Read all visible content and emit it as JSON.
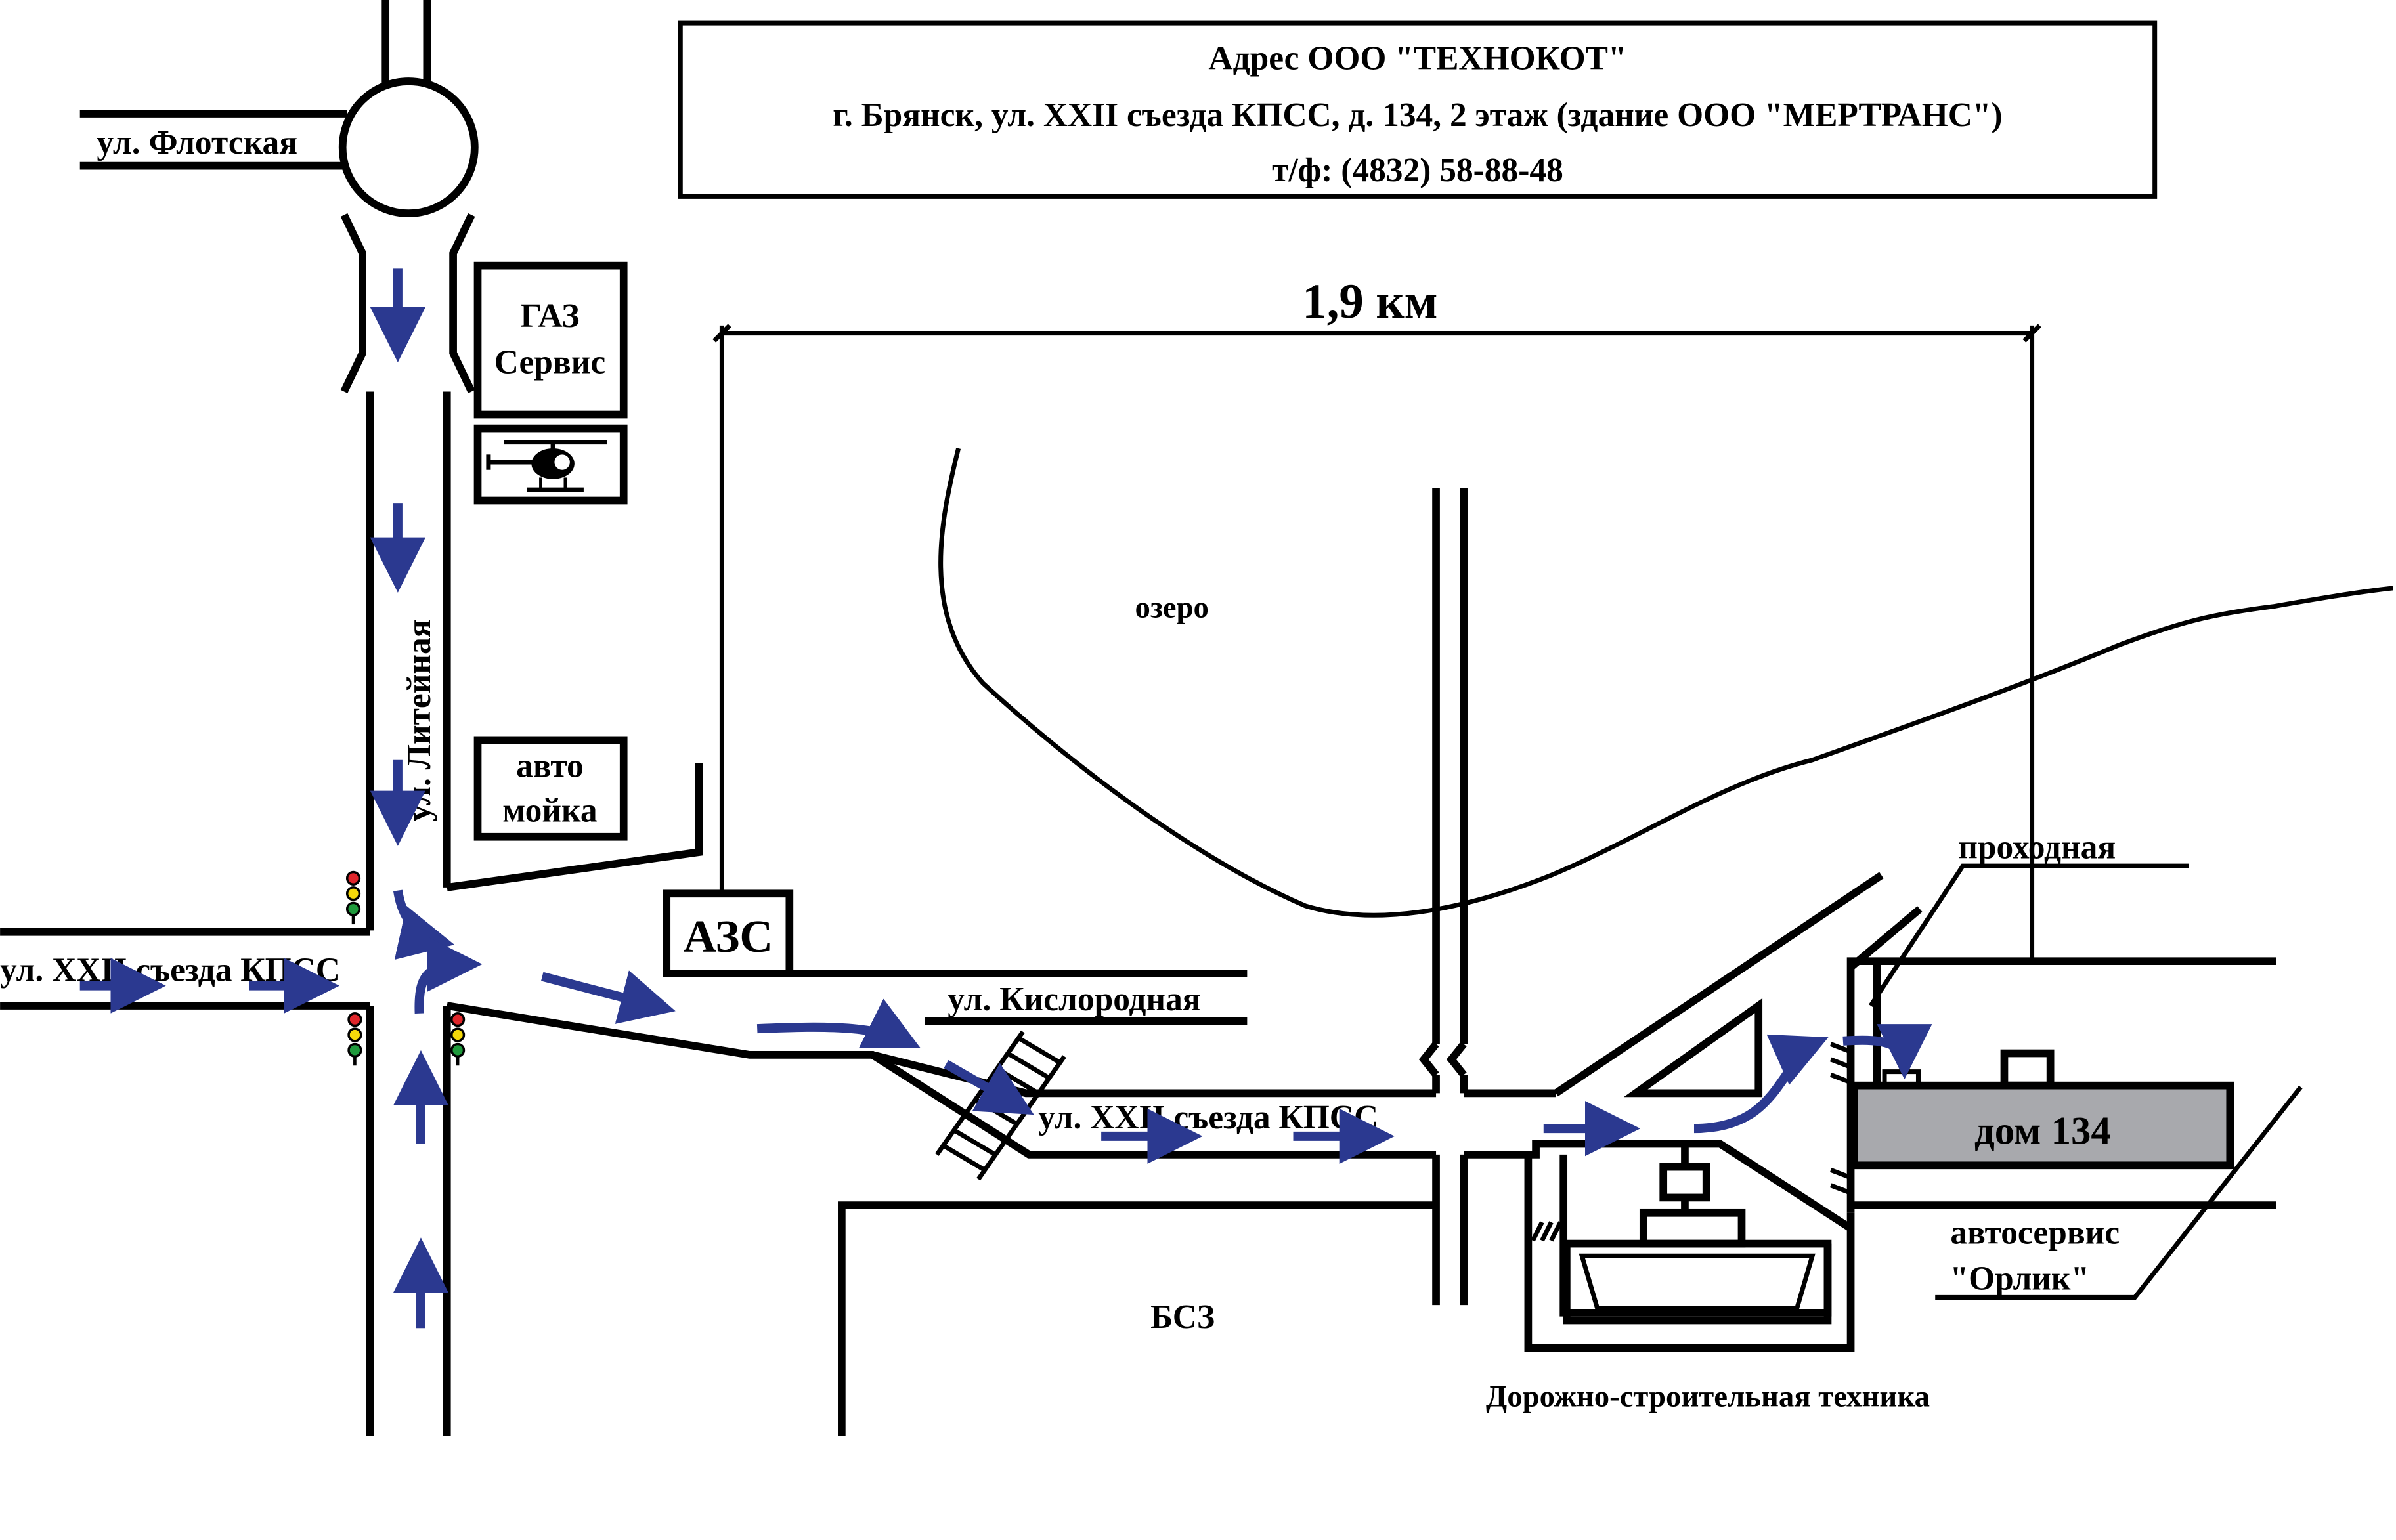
{
  "header": {
    "line1": "Адрес ООО \"ТЕХНОКОТ\"",
    "line2": "г. Брянск, ул. XXII съезда КПСС, д. 134, 2 этаж (здание ООО \"МЕРТРАНС\")",
    "line3": "т/ф: (4832) 58-88-48"
  },
  "distance": "1,9 км",
  "streets": {
    "flotskaya": "ул. Флотская",
    "liteynaya": "ул. Литейная",
    "xxii_left": "ул. XXII съезда КПСС",
    "xxii_right": "ул. XXII съезда КПСС",
    "kislorodnaya": "ул. Кислородная"
  },
  "places": {
    "gaz_line1": "ГАЗ",
    "gaz_line2": "Сервис",
    "moyka_line1": "авто",
    "moyka_line2": "мойка",
    "azs": "АЗС",
    "ozero": "озеро",
    "prohodnaya": "проходная",
    "dom": "дом 134",
    "avtoservis_line1": "автосервис",
    "avtoservis_line2": "\"Орлик\"",
    "bsz": "БСЗ",
    "dst": "Дорожно-строительная техника"
  },
  "icons": [
    "helicopter-icon",
    "traffic-light-icon",
    "direction-arrow-icon"
  ],
  "colors": {
    "route": "#2b3990",
    "building_fill": "#a8a9ad",
    "line": "#000000",
    "traffic_red": "#e0262b",
    "traffic_yellow": "#f5d90a",
    "traffic_green": "#1f9a3c"
  }
}
